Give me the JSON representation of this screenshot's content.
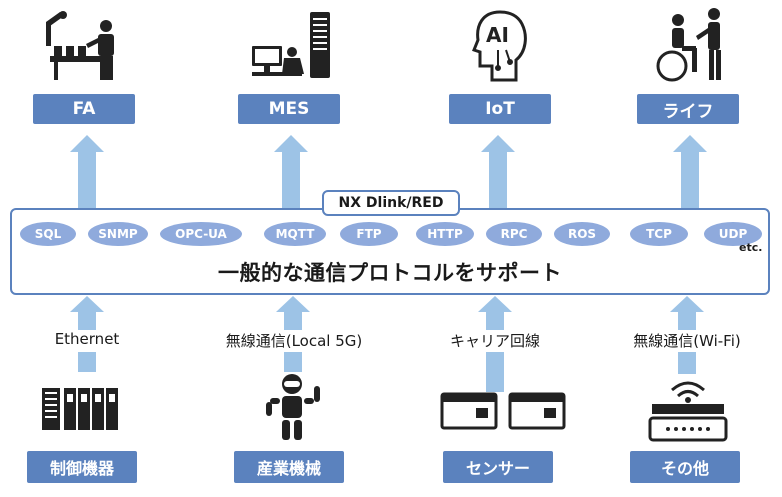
{
  "hub": {
    "title": "NX Dlink/RED",
    "protocols": [
      "SQL",
      "SNMP",
      "OPC-UA",
      "MQTT",
      "FTP",
      "HTTP",
      "RPC",
      "ROS",
      "TCP",
      "UDP"
    ],
    "etc": "etc.",
    "description": "一般的な通信プロトコルをサポート"
  },
  "top": [
    {
      "label": "FA",
      "icon": "factory-worker-icon"
    },
    {
      "label": "MES",
      "icon": "computer-server-icon"
    },
    {
      "label": "IoT",
      "icon": "ai-head-icon"
    },
    {
      "label": "ライフ",
      "icon": "wheelchair-care-icon"
    }
  ],
  "connections": [
    "Ethernet",
    "無線通信(Local 5G)",
    "キャリア回線",
    "無線通信(Wi-Fi)"
  ],
  "bottom": [
    {
      "label": "制御機器",
      "icon": "plc-controller-icon"
    },
    {
      "label": "産業機械",
      "icon": "robot-icon"
    },
    {
      "label": "センサー",
      "icon": "sensor-module-icon"
    },
    {
      "label": "その他",
      "icon": "wifi-router-icon"
    }
  ],
  "colors": {
    "accent": "#5b82be",
    "pill": "#8faadc",
    "arrow": "#9dc3e6"
  }
}
